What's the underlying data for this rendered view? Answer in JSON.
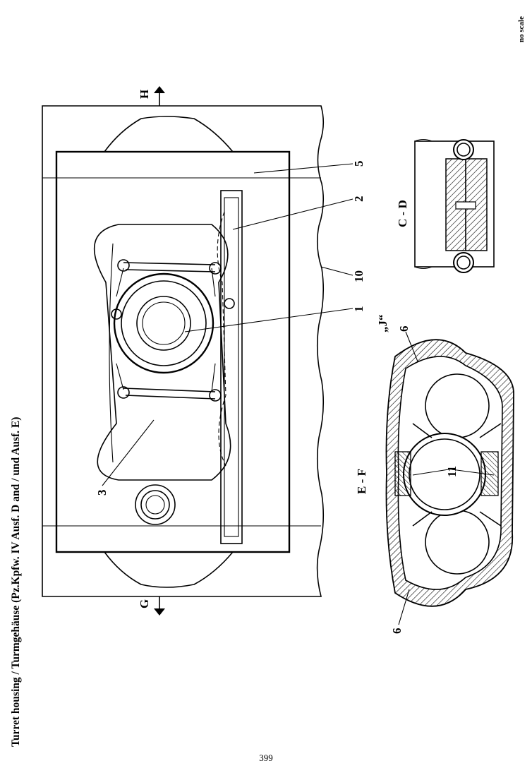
{
  "page": {
    "title": "Turret housing / Turmgehäuse (Pz.Kpfw. IV Ausf. D and / und Ausf. E)",
    "scale_note": "no scale",
    "page_number": "399"
  },
  "diagram": {
    "view_label": "„J“",
    "section_marks": [
      {
        "id": "H",
        "label": "H"
      },
      {
        "id": "G",
        "label": "G"
      }
    ],
    "section_titles": {
      "ef": "E - F",
      "cd": "C - D"
    },
    "callouts": {
      "one": "1",
      "two": "2",
      "three": "3",
      "five": "5",
      "ten": "10",
      "six_top": "6",
      "six_bottom": "6",
      "eleven": "11"
    }
  }
}
